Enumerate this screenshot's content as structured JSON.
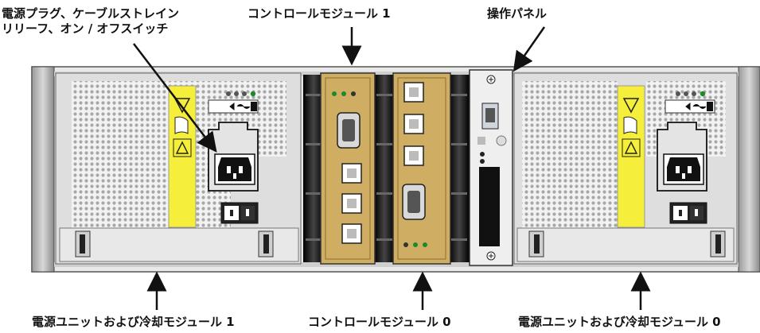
{
  "labels": {
    "power_plug_line1": "電源プラグ、ケーブルストレイン",
    "power_plug_line2": "リリーフ、オン / オフスイッチ",
    "control_module_1": "コントロールモジュール 1",
    "operator_panel": "操作パネル",
    "psu_cooling_1": "電源ユニットおよび冷却モジュール 1",
    "control_module_0": "コントロールモジュール 0",
    "psu_cooling_0": "電源ユニットおよび冷却モジュール 0"
  },
  "colors": {
    "chassis": "#e6e6e6",
    "module_gold": "#cfae63",
    "warning_yellow": "#f5ee3a",
    "dark": "#1a1a1a",
    "led_green": "#1c8a2a"
  }
}
